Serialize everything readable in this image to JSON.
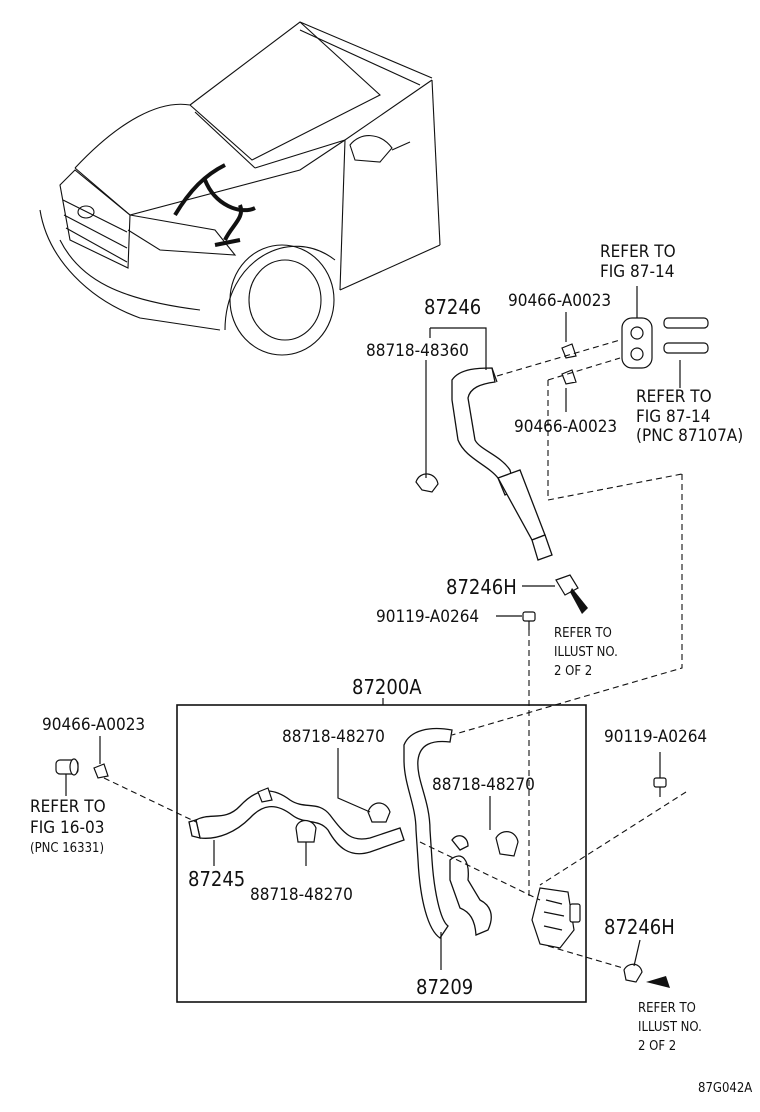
{
  "labels": {
    "p87246": "87246",
    "p88718_48360": "88718-48360",
    "p90466_a": "90466-A0023",
    "p90466_b": "90466-A0023",
    "refer_top_1": "REFER TO",
    "refer_top_2": "FIG 87-14",
    "refer_mid_1": "REFER TO",
    "refer_mid_2": "FIG 87-14",
    "refer_mid_3": "(PNC 87107A)",
    "p87246H_a": "87246H",
    "p90119_a": "90119-A0264",
    "illust_a_1": "REFER TO",
    "illust_a_2": "ILLUST NO.",
    "illust_a_3": "2 OF 2",
    "p87200A": "87200A",
    "p90466_left": "90466-A0023",
    "refer_left_1": "REFER TO",
    "refer_left_2": "FIG 16-03",
    "refer_left_3": "(PNC 16331)",
    "p88718_48270_a": "88718-48270",
    "p88718_48270_b": "88718-48270",
    "p88718_48270_c": "88718-48270",
    "p87245": "87245",
    "p87209": "87209",
    "p90119_b": "90119-A0264",
    "p87246H_b": "87246H",
    "illust_b_1": "REFER TO",
    "illust_b_2": "ILLUST NO.",
    "illust_b_3": "2 OF 2",
    "figure_code": "87G042A"
  }
}
